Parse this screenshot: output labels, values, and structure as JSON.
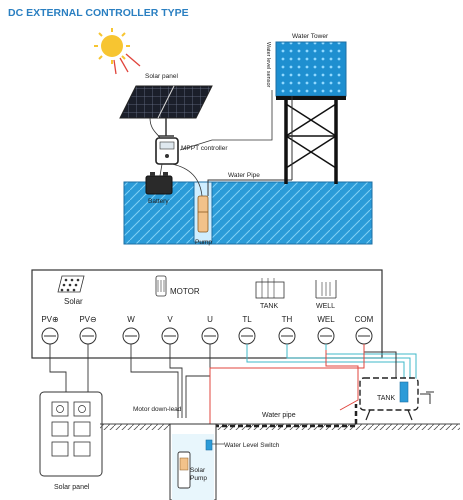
{
  "title": "DC EXTERNAL CONTROLLER TYPE",
  "top": {
    "solar_panel_label": "Solar panel",
    "mppt_label": "MPPT controller",
    "battery_label": "Battery",
    "pump_label": "Pump",
    "water_pipe_label": "Water Pipe",
    "water_tower_label": "Water Tower",
    "water_level_sensor_label": "Water level sensor"
  },
  "terminal_block": {
    "solar_label": "Solar",
    "motor_label": "MOTOR",
    "tank_label": "TANK",
    "well_label": "WELL",
    "terminals": [
      "PV⊕",
      "PV⊖",
      "W",
      "V",
      "U",
      "TL",
      "TH",
      "WEL",
      "COM"
    ]
  },
  "bottom": {
    "solar_panel_label": "Solar panel",
    "motor_lead_label": "Motor down-lead",
    "water_pipe_label": "Water pipe",
    "water_level_switch_label": "Water Level Switch",
    "solar_pump_label_1": "Solar",
    "solar_pump_label_2": "Pump",
    "tank_label": "TANK"
  },
  "colors": {
    "title": "#2a7fc1",
    "water": "#2b9bd8",
    "wire_red": "#e0443c",
    "wire_cyan": "#3fb8c8",
    "line": "#333333"
  }
}
